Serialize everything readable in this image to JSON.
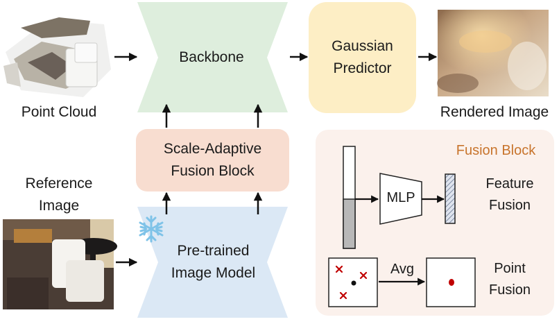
{
  "point_cloud": {
    "label": "Point Cloud"
  },
  "backbone": {
    "label": "Backbone"
  },
  "gaussian_predictor": {
    "line1": "Gaussian",
    "line2": "Predictor"
  },
  "rendered_image": {
    "label": "Rendered Image"
  },
  "reference_image": {
    "line1": "Reference",
    "line2": "Image"
  },
  "scale_adaptive_fusion": {
    "line1": "Scale-Adaptive",
    "line2": "Fusion Block"
  },
  "pretrained_model": {
    "line1": "Pre-trained",
    "line2": "Image Model",
    "icon": "snowflake-icon"
  },
  "fusion_block_panel": {
    "title": "Fusion Block",
    "mlp_label": "MLP",
    "feature_fusion": {
      "line1": "Feature",
      "line2": "Fusion"
    },
    "avg_label": "Avg",
    "point_fusion": {
      "line1": "Point",
      "line2": "Fusion"
    }
  },
  "colors": {
    "backbone_fill": "#deeedd",
    "pretrained_fill": "#dbe8f5",
    "gaussian_fill": "#fdeec5",
    "fusion_fill": "#f8ddd0",
    "panel_fill": "#fbf1ec",
    "title_color": "#c8742c",
    "cross_color": "#c00000"
  }
}
